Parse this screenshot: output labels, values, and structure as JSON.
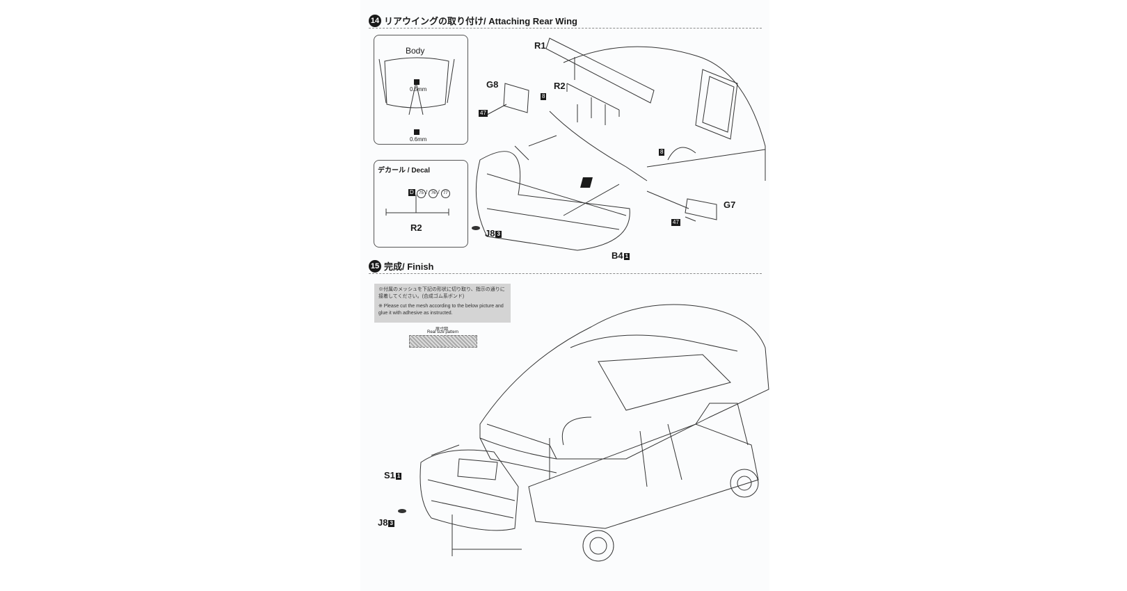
{
  "step14": {
    "number": "14",
    "title": "リアウイングの取り付け/ Attaching Rear Wing",
    "body_box": {
      "title": "Body",
      "dim_top": "0.5mm",
      "dim_bottom": "0.6mm"
    },
    "decal_box": {
      "title": "デカール / Decal",
      "codes": [
        "D",
        "75",
        "76",
        "77"
      ],
      "part": "R2"
    },
    "parts": {
      "r1": "R1",
      "r2": "R2",
      "g8": "G8",
      "g7": "G7",
      "j8": "J8",
      "j8_tag": "3",
      "b4": "B4",
      "b4_tag": "1",
      "tag_8a": "8",
      "tag_8b": "8",
      "tag_47a": "47",
      "tag_47b": "47"
    }
  },
  "step15": {
    "number": "15",
    "title": "完成/ Finish",
    "note_jp": "※付属のメッシュを下記の形状に切り取り、指示の通りに接着してください。(合成ゴム系ボンド)",
    "note_en": "※ Please cut the mesh according to the below picture and glue it with adhesive as instructed.",
    "mesh_jp": "原寸図",
    "mesh_en": "Real size pattern",
    "parts": {
      "s1": "S1",
      "s1_tag": "1",
      "j8": "J8",
      "j8_tag": "3"
    }
  }
}
